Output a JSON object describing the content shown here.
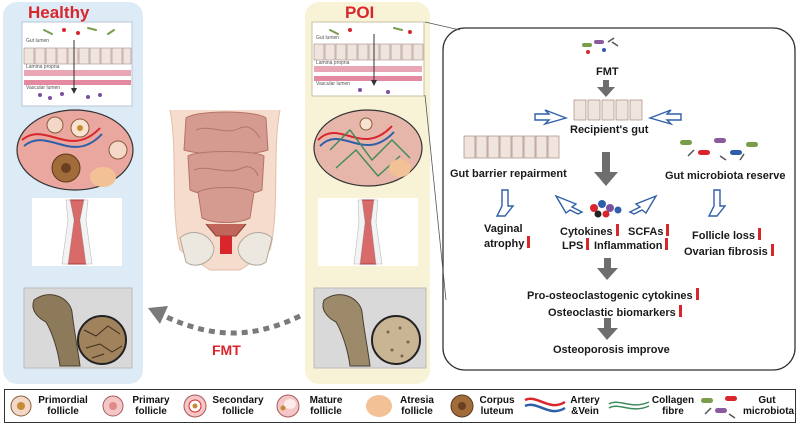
{
  "panels": {
    "healthy_title": "Healthy",
    "poi_title": "POI",
    "fmt_arrow_label": "FMT"
  },
  "gut_panel_labels": {
    "gut_lumen": "Gut lumen",
    "lamina_propria": "Lamina propria",
    "vascular_lumen": "Vascular lumen"
  },
  "mechanism": {
    "fmt": "FMT",
    "recipient_gut": "Recipient's gut",
    "gut_barrier": "Gut barrier repairment",
    "microbiota_reserve": "Gut microbiota reserve",
    "vaginal_line1": "Vaginal",
    "vaginal_line2": "atrophy",
    "cytokines": "Cytokines",
    "scfas": "SCFAs",
    "lps": "LPS",
    "inflammation": "Inflammation",
    "follicle_loss": "Follicle loss",
    "ovarian_fibrosis": "Ovarian fibrosis",
    "pro_osteo": "Pro-osteoclastogenic cytokines",
    "osteo_biomarkers": "Osteoclastic biomarkers",
    "osteoporosis": "Osteoporosis improve"
  },
  "legend": {
    "primordial_1": "Primordial",
    "primordial_2": "follicle",
    "primary_1": "Primary",
    "primary_2": "follicle",
    "secondary_1": "Secondary",
    "secondary_2": "follicle",
    "mature_1": "Mature",
    "mature_2": "follicle",
    "atresia_1": "Atresia",
    "atresia_2": "follicle",
    "corpus_1": "Corpus",
    "corpus_2": "luteum",
    "artery_1": "Artery",
    "artery_2": "&Vein",
    "collagen_1": "Collagen",
    "collagen_2": "fibre",
    "microbiota_1": "Gut",
    "microbiota_2": "microbiota"
  },
  "colors": {
    "healthy_bg": "#dcebf6",
    "poi_bg": "#f8f2d6",
    "accent_red": "#d9262c",
    "arrow_blue": "#2f5fa8",
    "arrow_gray": "#707070"
  }
}
